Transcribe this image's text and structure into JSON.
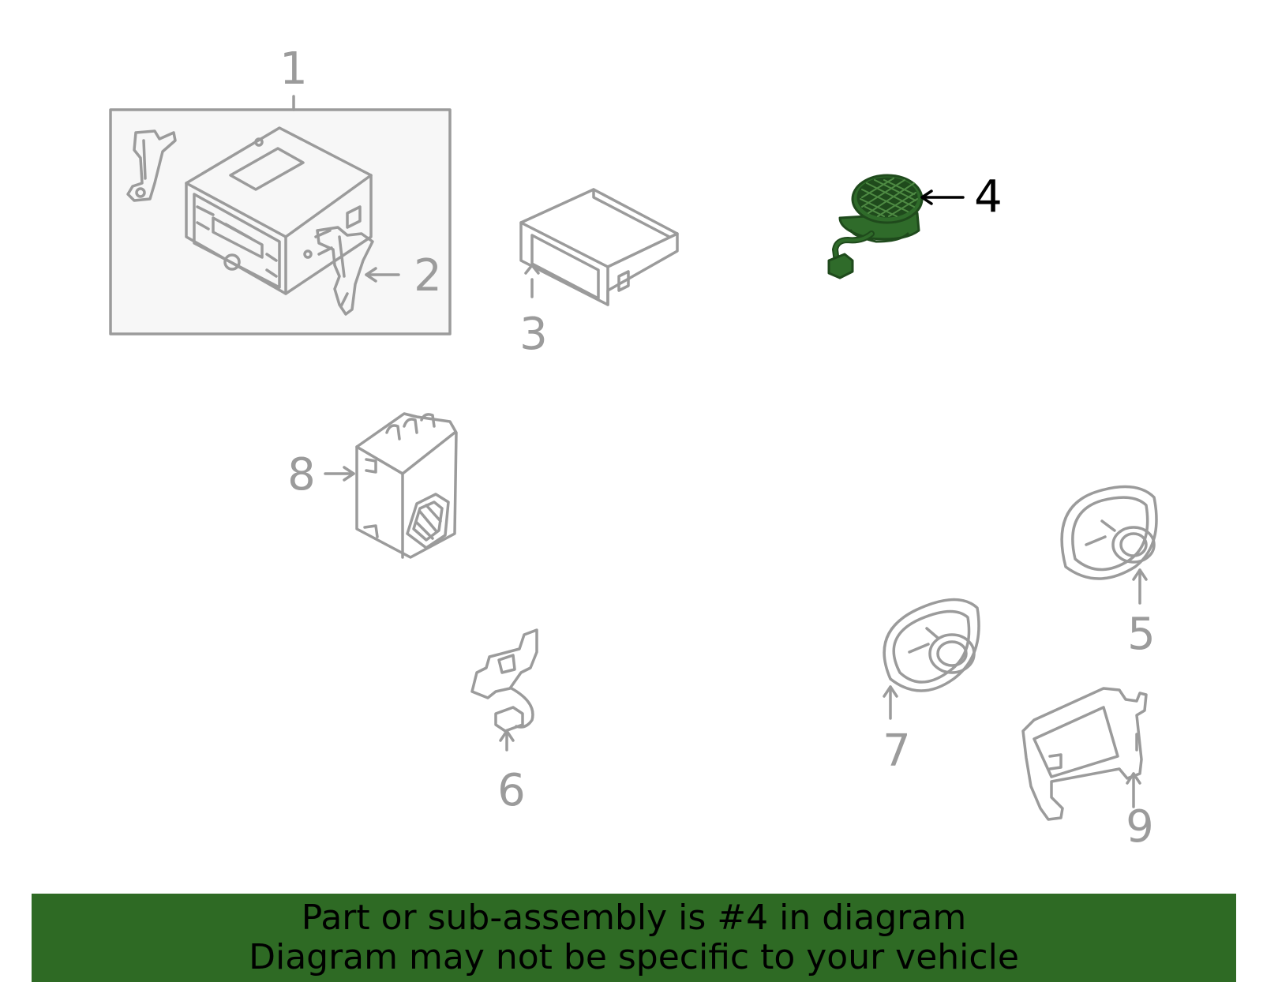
{
  "colors": {
    "line_gray": "#9b9b9b",
    "highlight_green": "#2f6b2a",
    "highlight_dark": "#1f4a1c",
    "banner_green": "#2e6a24",
    "box_fill": "#f7f7f7",
    "text_black": "#000000"
  },
  "callouts": {
    "c1": "1",
    "c2": "2",
    "c3": "3",
    "c4": "4",
    "c5": "5",
    "c6": "6",
    "c7": "7",
    "c8": "8",
    "c9": "9"
  },
  "highlighted_part": "4",
  "banner": {
    "line1": "Part or sub-assembly is #4 in diagram",
    "line2": "Diagram may not be specific to your vehicle"
  }
}
